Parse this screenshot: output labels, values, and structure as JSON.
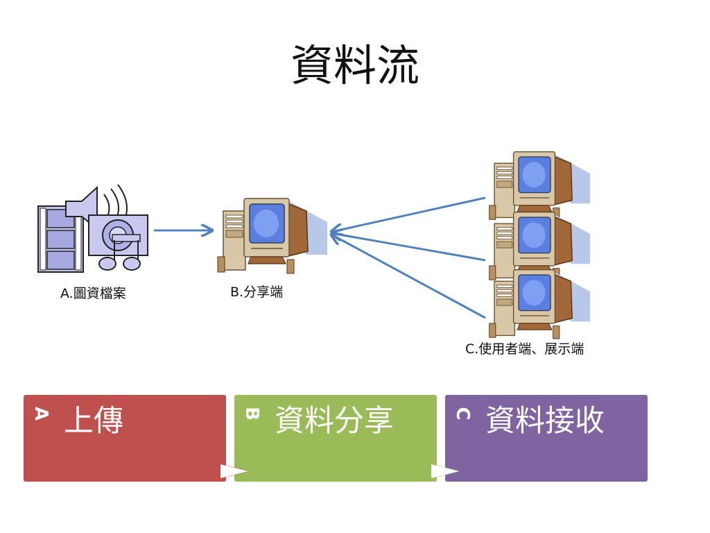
{
  "title": "資料流",
  "nodes": {
    "a_label": "A.圖資檔案",
    "b_label": "B.分享端",
    "c_label": "C.使用者端、展示端"
  },
  "process": [
    {
      "letter": "A",
      "text": "上傳",
      "color": "#c0504d"
    },
    {
      "letter": "B",
      "text": "資料分享",
      "color": "#9bbb59"
    },
    {
      "letter": "C",
      "text": "資料接收",
      "color": "#8064a2"
    }
  ],
  "arrow_color": "#4f81bd",
  "icons": [
    "film-icon",
    "speaker-icon",
    "music-notes-icon",
    "computer-icon"
  ]
}
